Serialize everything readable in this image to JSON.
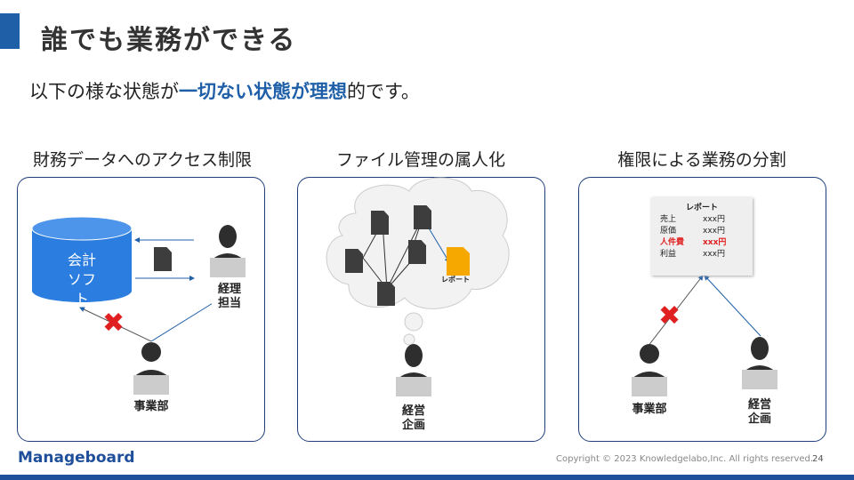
{
  "header": {
    "title": "誰でも業務ができる"
  },
  "subtitle": {
    "prefix": "以下の様な状態が",
    "emphasis": "一切ない状態が理想",
    "suffix": "的です。"
  },
  "panels": [
    {
      "title": "財務データへのアクセス制限",
      "db_label": "会計\nソフト",
      "db_line1": "会計",
      "db_line2": "ソフト",
      "person1": "経理\n担当",
      "person1_l1": "経理",
      "person1_l2": "担当",
      "person2": "事業部"
    },
    {
      "title": "ファイル管理の属人化",
      "file_label": "レポート",
      "person_l1": "経営",
      "person_l2": "企画"
    },
    {
      "title": "権限による業務の分割",
      "report": {
        "title": "レポート",
        "rows": [
          {
            "k": "売上",
            "v": "xxx円"
          },
          {
            "k": "原価",
            "v": "xxx円"
          },
          {
            "k": "人件費",
            "v": "xxx円",
            "highlight": true
          },
          {
            "k": "利益",
            "v": "xxx円"
          }
        ]
      },
      "person1": "事業部",
      "person2_l1": "経営",
      "person2_l2": "企画"
    }
  ],
  "footer": {
    "logo": "Manageboard",
    "copyright": "Copyright © 2023 Knowledgelabo,Inc. All rights reserved.",
    "page": "24"
  },
  "colors": {
    "accent": "#1f5fa8",
    "cross": "#e02020",
    "file": "#f7a800"
  }
}
